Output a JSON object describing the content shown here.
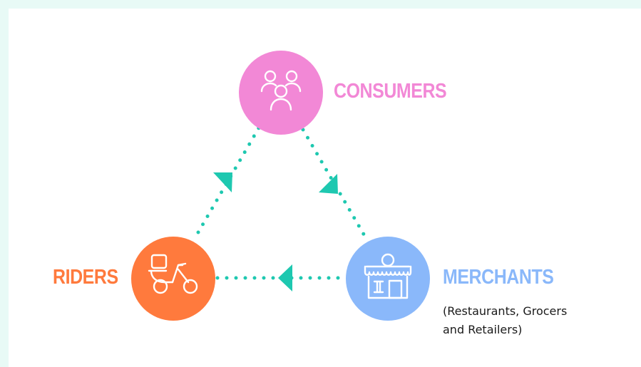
{
  "colors": {
    "page_bg": "#e8faf6",
    "panel_bg": "#ffffff",
    "consumers": "#f288d6",
    "riders": "#ff7a3d",
    "merchants": "#8ab8fa",
    "connector": "#1ec8b0"
  },
  "nodes": {
    "consumers": {
      "label": "CONSUMERS",
      "icon": "people-group-icon"
    },
    "riders": {
      "label": "RIDERS",
      "icon": "scooter-delivery-icon"
    },
    "merchants": {
      "label": "MERCHANTS",
      "sublabel_line1": "(Restaurants, Grocers",
      "sublabel_line2": "and Retailers)",
      "icon": "storefront-icon"
    }
  },
  "flows": [
    {
      "from": "consumers",
      "to": "merchants"
    },
    {
      "from": "merchants",
      "to": "riders"
    },
    {
      "from": "riders",
      "to": "consumers"
    }
  ]
}
